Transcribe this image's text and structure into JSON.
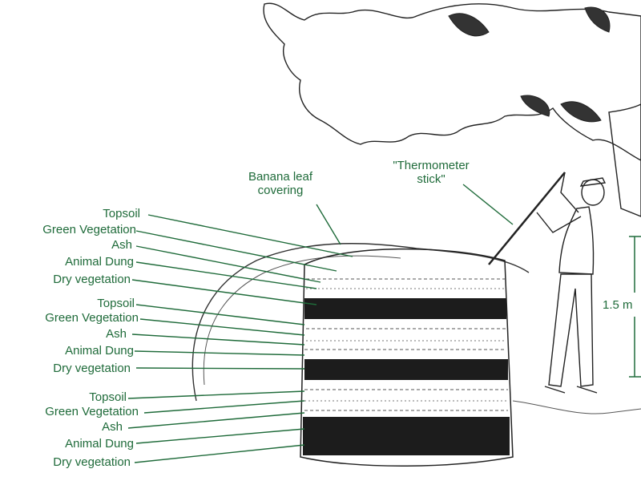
{
  "colors": {
    "label": "#1f6b3a",
    "leader": "#1f6b3a",
    "ink": "#222222"
  },
  "labels": {
    "banana_leaf": "Banana leaf\ncovering",
    "thermometer": "\"Thermometer\nstick\"",
    "height": "1.5 m",
    "layers_group_1": [
      "Topsoil",
      "Green Vegetation",
      "Ash",
      "Animal Dung",
      "Dry vegetation"
    ],
    "layers_group_2": [
      "Topsoil",
      "Green Vegetation",
      "Ash",
      "Animal Dung",
      "Dry vegetation"
    ],
    "layers_group_3": [
      "Topsoil",
      "Green Vegetation",
      "Ash",
      "Animal Dung",
      "Dry vegetation"
    ]
  }
}
